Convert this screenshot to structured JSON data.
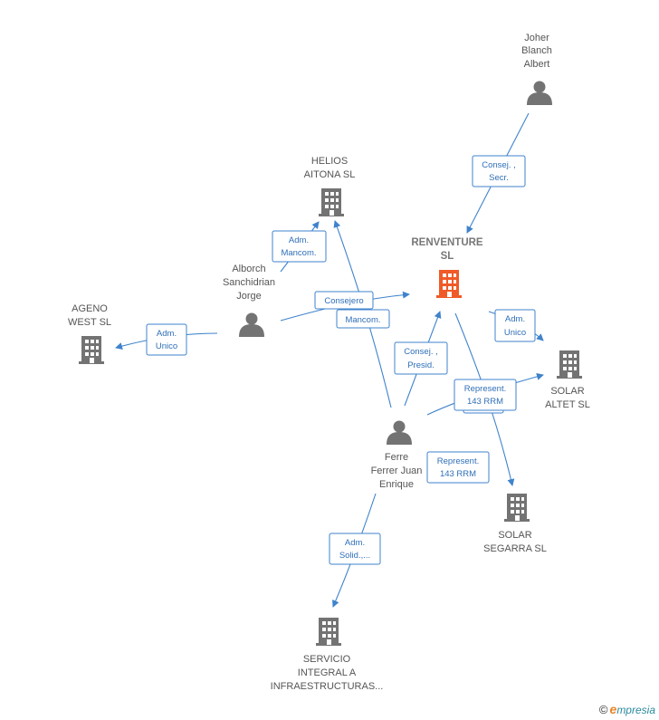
{
  "colors": {
    "edge": "#3f83cc",
    "company": "#737373",
    "main_company": "#f05a28",
    "person": "#737373"
  },
  "nodes": [
    {
      "id": "renventure",
      "type": "company",
      "main": true,
      "lines": [
        "RENVENTURE",
        "SL"
      ],
      "icon": "building-icon"
    },
    {
      "id": "joher",
      "type": "person",
      "lines": [
        "Joher",
        "Blanch",
        "Albert"
      ],
      "icon": "person-icon"
    },
    {
      "id": "helios",
      "type": "company",
      "lines": [
        "HELIOS",
        "AITONA SL"
      ],
      "icon": "building-icon"
    },
    {
      "id": "alborch",
      "type": "person",
      "lines": [
        "Alborch",
        "Sanchidrian",
        "Jorge"
      ],
      "icon": "person-icon"
    },
    {
      "id": "ageno",
      "type": "company",
      "lines": [
        "AGENO",
        "WEST  SL"
      ],
      "icon": "building-icon"
    },
    {
      "id": "ferre",
      "type": "person",
      "lines": [
        "Ferre",
        "Ferrer Juan",
        "Enrique"
      ],
      "icon": "person-icon"
    },
    {
      "id": "altet",
      "type": "company",
      "lines": [
        "SOLAR",
        "ALTET  SL"
      ],
      "icon": "building-icon"
    },
    {
      "id": "segarra",
      "type": "company",
      "lines": [
        "SOLAR",
        "SEGARRA  SL"
      ],
      "icon": "building-icon"
    },
    {
      "id": "servicio",
      "type": "company",
      "lines": [
        "SERVICIO",
        "INTEGRAL A",
        "INFRAESTRUCTURAS..."
      ],
      "icon": "building-icon"
    }
  ],
  "edges": [
    {
      "id": "e1",
      "lines": [
        "Consej. ,",
        "Secr."
      ]
    },
    {
      "id": "e2",
      "lines": [
        "Adm.",
        "Mancom."
      ]
    },
    {
      "id": "e3",
      "lines": [
        "Adm.",
        "Unico"
      ]
    },
    {
      "id": "e4",
      "lines": [
        "Consejero"
      ]
    },
    {
      "id": "e5",
      "lines": [
        "Mancom."
      ]
    },
    {
      "id": "e6",
      "lines": [
        "Consej. ,",
        "Presid."
      ]
    },
    {
      "id": "e7",
      "lines": [
        "Adm.",
        "Unico"
      ]
    },
    {
      "id": "e8",
      "lines": [
        "Represent.",
        "143 RRM"
      ]
    },
    {
      "id": "e9",
      "lines": [
        "Represent.",
        "143 RRM"
      ]
    },
    {
      "id": "e10",
      "lines": [
        "Adm.",
        "Solid.,..."
      ]
    }
  ],
  "watermark": {
    "copyright": "©",
    "brand_initial": "e",
    "brand_rest": "mpresia"
  }
}
